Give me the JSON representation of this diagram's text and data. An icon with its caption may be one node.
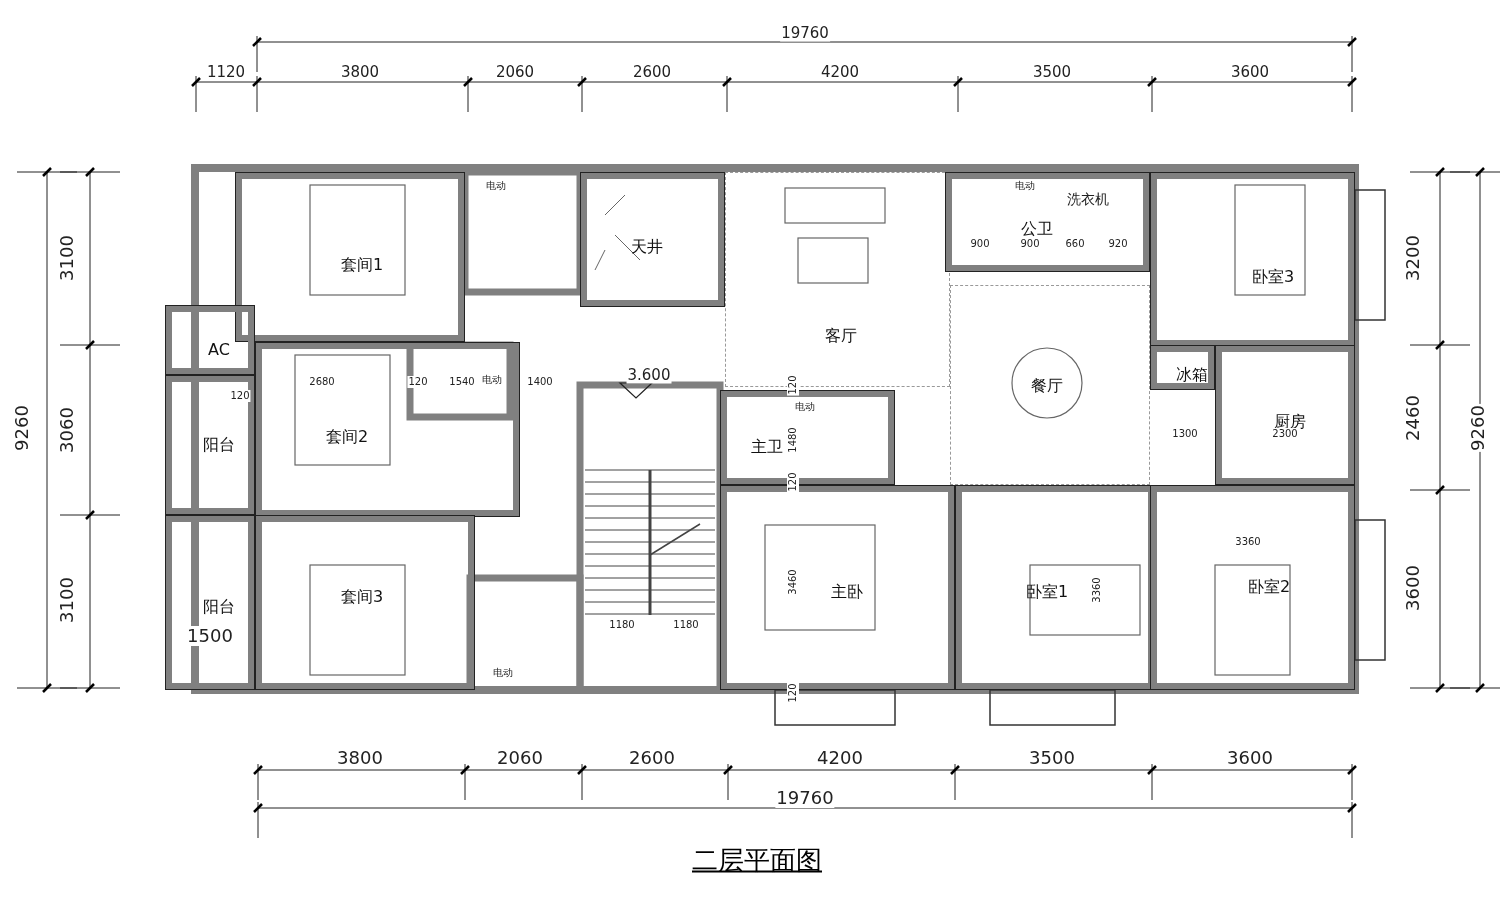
{
  "diagram": {
    "title": "二层平面图",
    "nodes": [
      {
        "text": [
          "套间1"
        ]
      },
      {
        "text": [
          "天井"
        ]
      },
      {
        "text": [
          "客厅"
        ]
      },
      {
        "text": [
          "公卫"
        ]
      },
      {
        "text": [
          "卧室3"
        ]
      },
      {
        "text": [
          "AC"
        ]
      },
      {
        "text": [
          "冰箱"
        ]
      },
      {
        "text": [
          "厨房"
        ]
      },
      {
        "text": [
          "套间2"
        ]
      },
      {
        "text": [
          "阳台"
        ]
      },
      {
        "text": [
          "餐厅"
        ]
      },
      {
        "text": [
          "主卫"
        ]
      },
      {
        "text": [
          "阳台"
        ]
      },
      {
        "text": [
          "套间3"
        ]
      },
      {
        "text": [
          "主卧"
        ]
      },
      {
        "text": [
          "卧室1"
        ]
      },
      {
        "text": [
          "卧室2"
        ]
      }
    ],
    "labels": [
      "19760",
      "1120",
      "3800",
      "2060",
      "2600",
      "4200",
      "3500",
      "3600",
      "9260",
      "3100",
      "3060",
      "3100",
      "3200",
      "2460",
      "3600",
      "9260",
      "电动",
      "电动",
      "洗衣机",
      "900",
      "900",
      "660",
      "920",
      "2680",
      "120",
      "1540",
      "电动",
      "1400",
      "3.600",
      "120",
      "120",
      "1300",
      "2300",
      "电动",
      "1480",
      "120",
      "3360",
      "3460",
      "3360",
      "1500",
      "1180",
      "1180",
      "电动",
      "120",
      "3800",
      "2060",
      "2600",
      "4200",
      "3500",
      "3600",
      "19760"
    ]
  }
}
